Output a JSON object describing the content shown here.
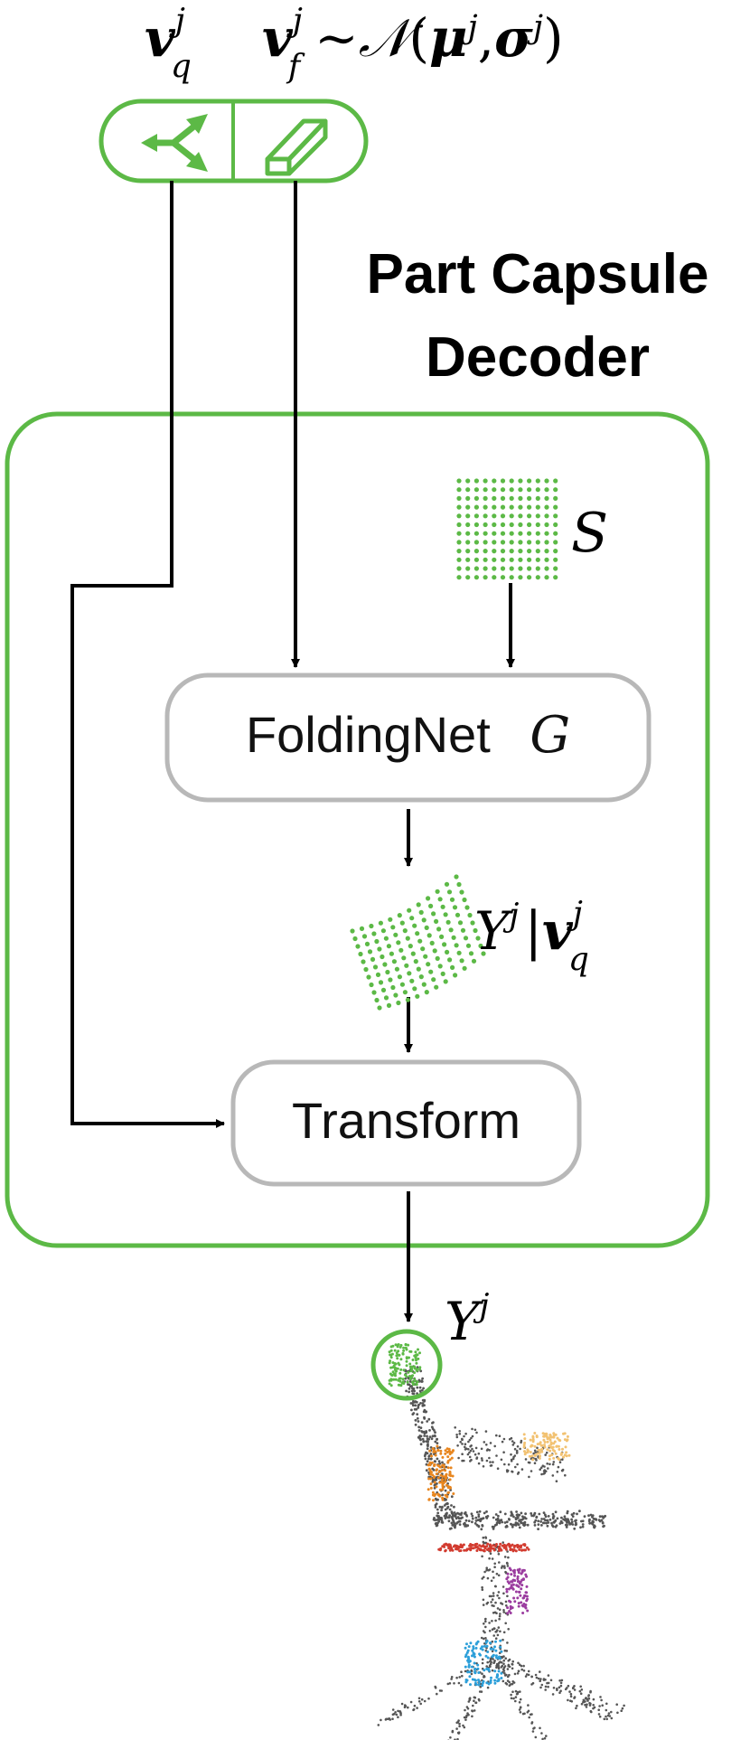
{
  "title_line1": "Part Capsule",
  "title_line2": "Decoder",
  "nodes": {
    "folding_text": "FoldingNet",
    "folding_symbol": "G",
    "transform_text": "Transform"
  },
  "math": {
    "vq_base": "v",
    "vq_sup": "j",
    "vq_sub": "q",
    "vf_base": "v",
    "vf_sup": "j",
    "vf_sub": "f",
    "sim": "∼",
    "normal": "𝒩",
    "paren_open": "(",
    "mu": "μ",
    "mu_sup": "j",
    "comma": ",",
    "sigma": "σ",
    "sigma_sup": "j",
    "paren_close": ")",
    "s_symbol": "S",
    "y_cond_base": "Y",
    "y_cond_sup": "j",
    "y_cond_bar": "|",
    "y_cond_v": "v",
    "y_cond_v_sup": "j",
    "y_cond_v_sub": "q",
    "y_out_base": "Y",
    "y_out_sup": "j"
  },
  "colors": {
    "accent_green": "#5cb946",
    "node_border": "#b8b8b8",
    "arrow": "#000000",
    "cloud_gray": "#555555",
    "part_orange": "#e8861f",
    "part_light_orange": "#f2c272",
    "part_red": "#d23b2f",
    "part_purple": "#9b3c9f",
    "part_blue": "#2c9fd9"
  },
  "icons": [
    "axes-icon",
    "cuboid-icon",
    "grid-points-icon",
    "folded-points-icon",
    "point-cloud-chair-icon"
  ]
}
